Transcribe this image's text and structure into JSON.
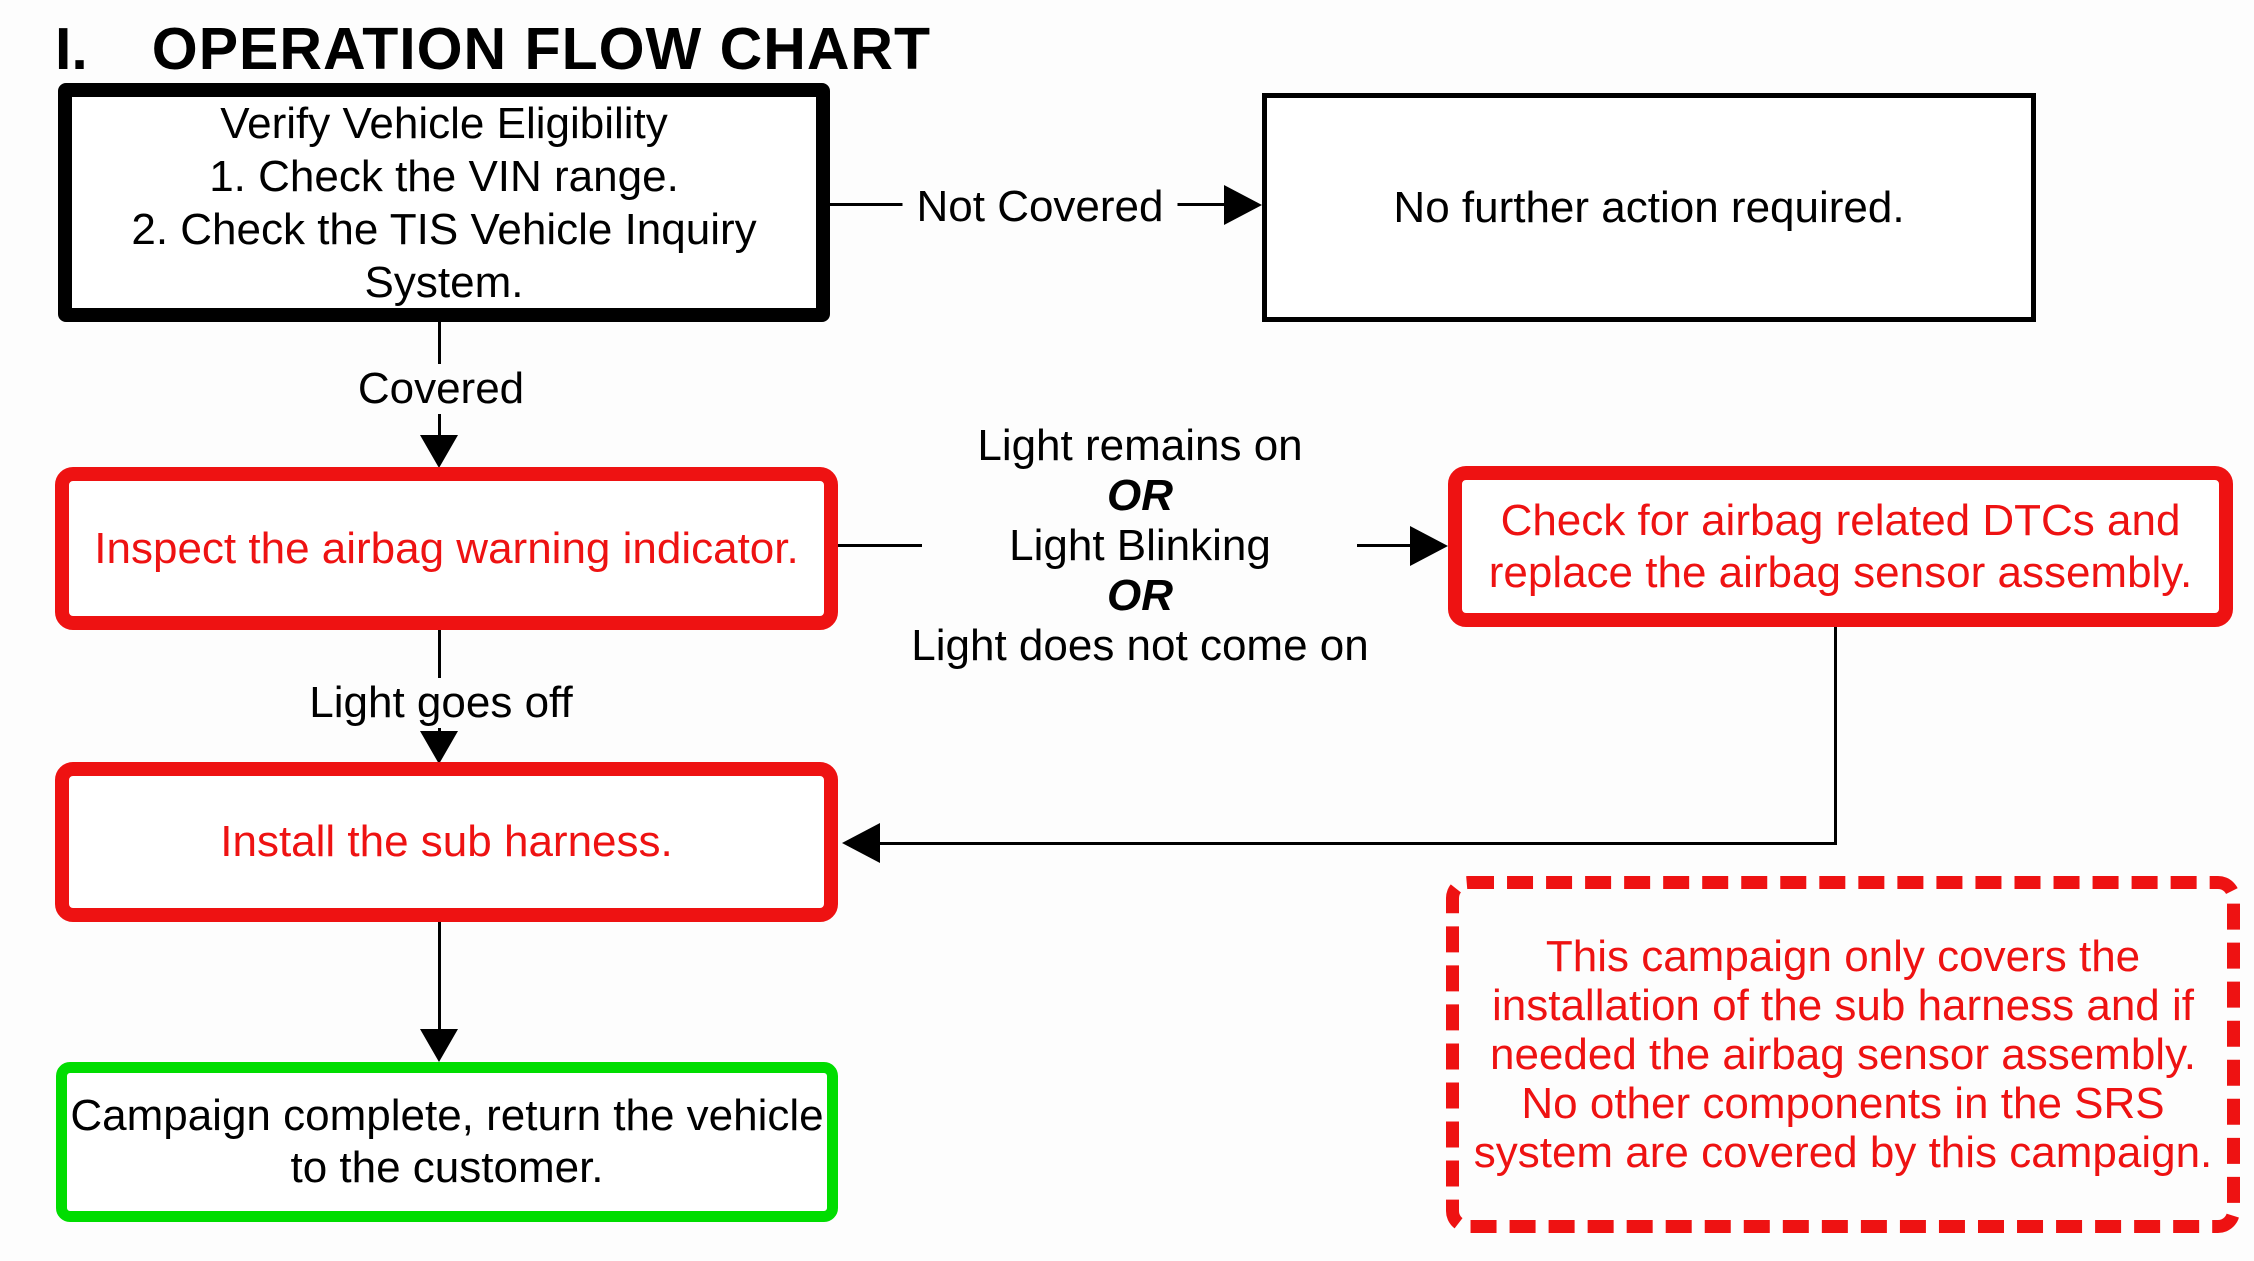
{
  "colors": {
    "bg": "#fdfdfd",
    "red": "#ee1212",
    "green": "#00dd00",
    "ink": "#000000"
  },
  "title": {
    "numeral": "I.",
    "text": "OPERATION FLOW CHART"
  },
  "boxes": {
    "verify": {
      "lines": [
        "Verify Vehicle Eligibility",
        "1. Check the VIN range.",
        "2. Check the TIS Vehicle Inquiry",
        "System."
      ]
    },
    "no_action": {
      "text": "No further action required."
    },
    "inspect": {
      "text": "Inspect the airbag warning indicator."
    },
    "check_dtc": {
      "lines": [
        "Check for airbag related DTCs and",
        "replace the airbag sensor assembly."
      ]
    },
    "install": {
      "text": "Install the sub harness."
    },
    "complete": {
      "lines": [
        "Campaign complete, return the vehicle",
        "to the customer."
      ]
    },
    "note": {
      "lines": [
        "This campaign only covers the",
        "installation of the sub harness and if",
        "needed the airbag sensor assembly.",
        "No other components in the SRS",
        "system are covered by this campaign."
      ]
    }
  },
  "labels": {
    "not_covered": "Not Covered",
    "covered": "Covered",
    "light_goes_off": "Light goes off",
    "decision": [
      "Light remains on",
      "OR",
      "Light Blinking",
      "OR",
      "Light does not come on"
    ]
  }
}
